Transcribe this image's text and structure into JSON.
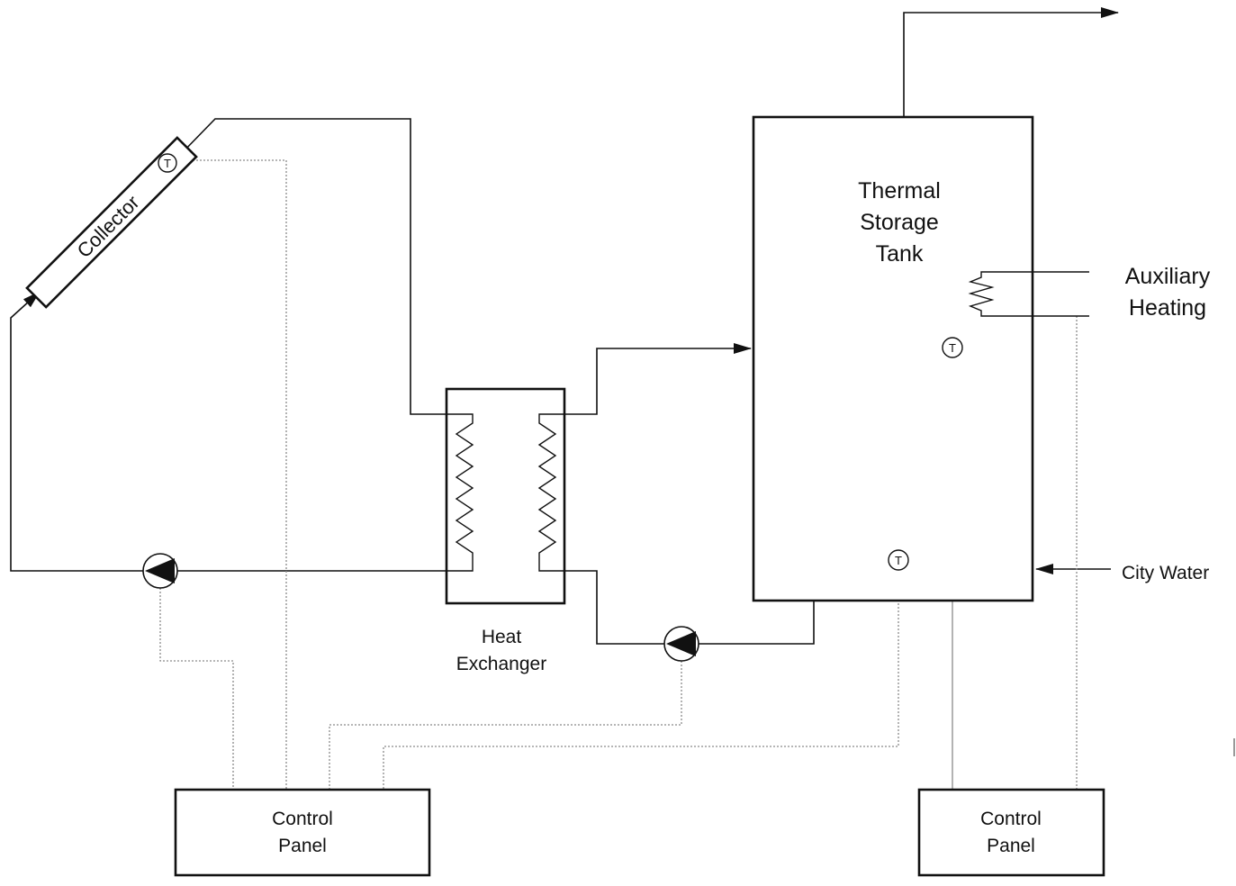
{
  "diagram": {
    "collector_label": "Collector",
    "heat_exchanger_label": [
      "Heat",
      "Exchanger"
    ],
    "tank_label": [
      "Thermal",
      "Storage",
      "Tank"
    ],
    "auxiliary_label": [
      "Auxiliary",
      "Heating"
    ],
    "city_water_label": "City Water",
    "control_panel_left_label": [
      "Control",
      "Panel"
    ],
    "control_panel_right_label": [
      "Control",
      "Panel"
    ],
    "sensor_symbol": "T"
  }
}
